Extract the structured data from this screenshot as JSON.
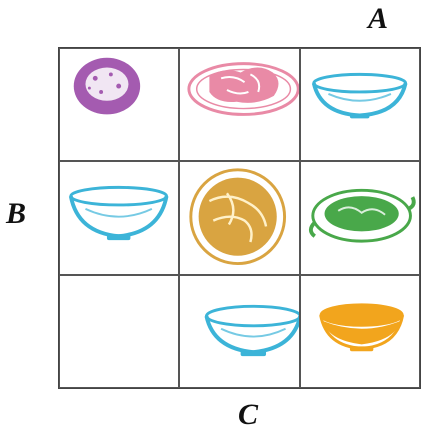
{
  "labels": {
    "a": "A",
    "b": "B",
    "c": "C"
  },
  "grid": {
    "rows": 3,
    "cols": 3,
    "cells": [
      {
        "row": 0,
        "col": 0,
        "item": "rice-ball-icon",
        "color": "#a45bb0"
      },
      {
        "row": 0,
        "col": 1,
        "item": "meat-plate-icon",
        "color": "#e98aa6"
      },
      {
        "row": 0,
        "col": 2,
        "item": "empty-bowl-icon",
        "color": "#3cb4d8"
      },
      {
        "row": 1,
        "col": 0,
        "item": "empty-bowl-icon",
        "color": "#3cb4d8"
      },
      {
        "row": 1,
        "col": 1,
        "item": "noodle-plate-icon",
        "color": "#d9a441"
      },
      {
        "row": 1,
        "col": 2,
        "item": "vegetable-dish-icon",
        "color": "#49a84a"
      },
      {
        "row": 2,
        "col": 0,
        "item": "empty-cell"
      },
      {
        "row": 2,
        "col": 1,
        "item": "empty-bowl-icon",
        "color": "#3cb4d8"
      },
      {
        "row": 2,
        "col": 2,
        "item": "soup-bowl-icon",
        "color": "#f2a51d"
      }
    ]
  }
}
